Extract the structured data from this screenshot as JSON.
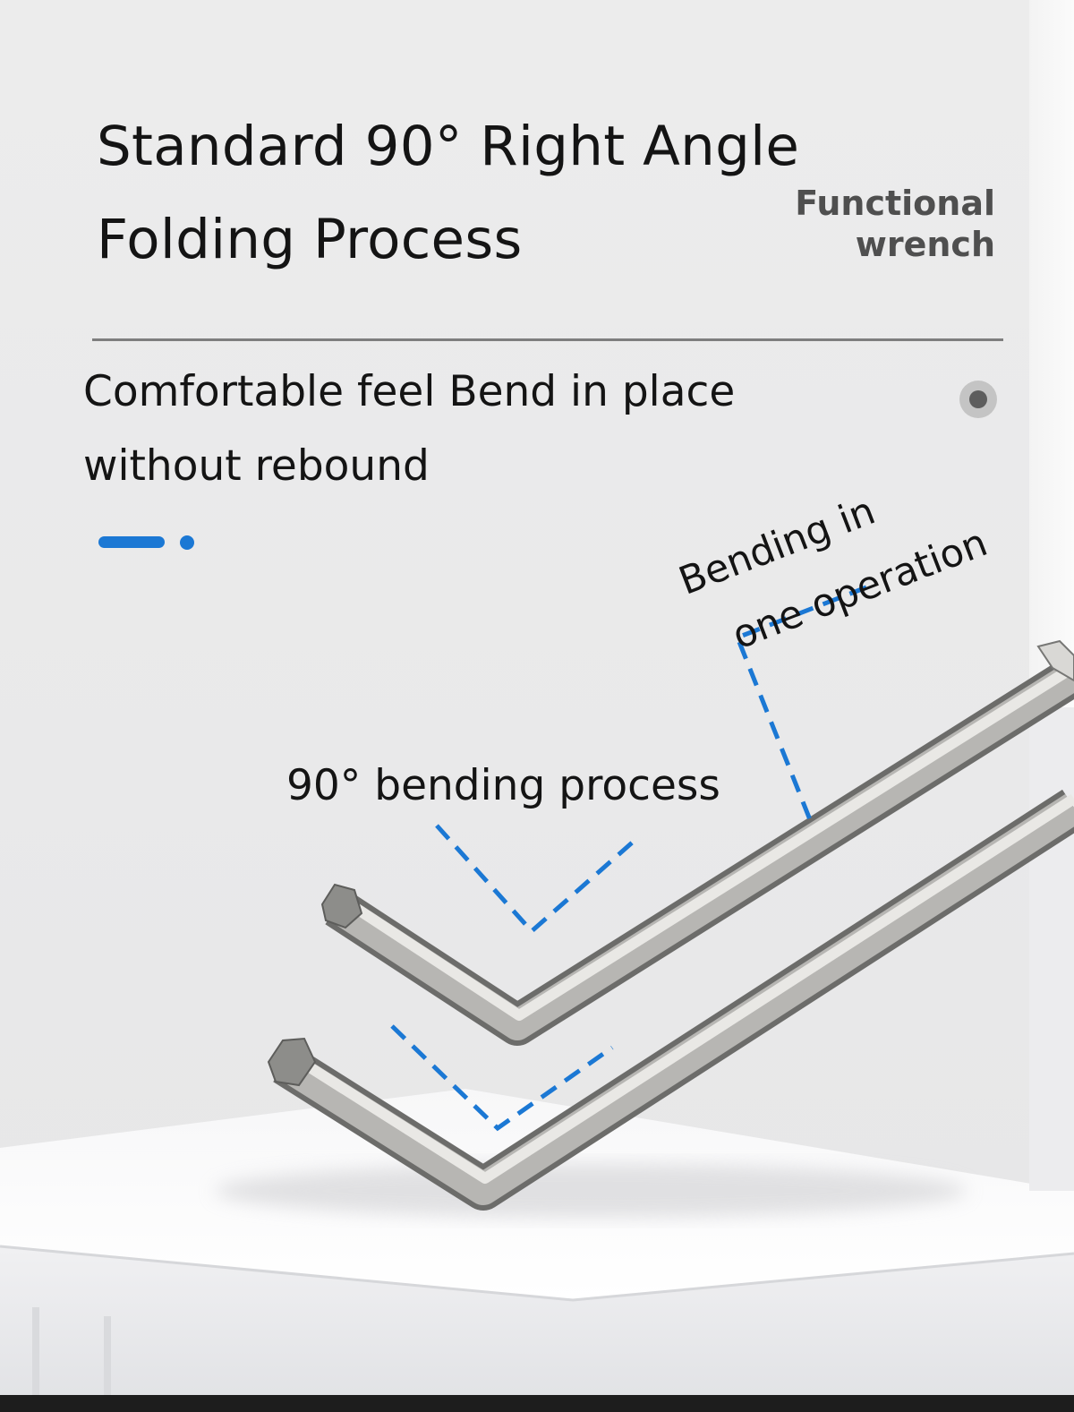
{
  "header": {
    "title_line1": "Standard 90° Right Angle",
    "title_line2": "Folding Process",
    "tag_line1": "Functional",
    "tag_line2": "wrench"
  },
  "feature": {
    "line1": "Comfortable feel Bend in place",
    "line2": "without rebound"
  },
  "annotations": {
    "bend_90": "90° bending process",
    "one_op_line1": "Bending in",
    "one_op_line2": "one operation"
  },
  "colors": {
    "accent": "#1b78d4",
    "title_text": "#141414",
    "tag_text": "#4f4f4f"
  }
}
